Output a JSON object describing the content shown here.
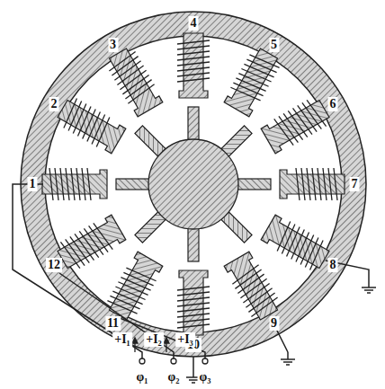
{
  "diagram": {
    "labels": [
      "1",
      "2",
      "3",
      "4",
      "5",
      "6",
      "7",
      "8",
      "9",
      "10",
      "11",
      "12",
      "+I₁",
      "+I₂",
      "+I₃",
      "φ₁",
      "φ₂",
      "φ₃"
    ]
  }
}
